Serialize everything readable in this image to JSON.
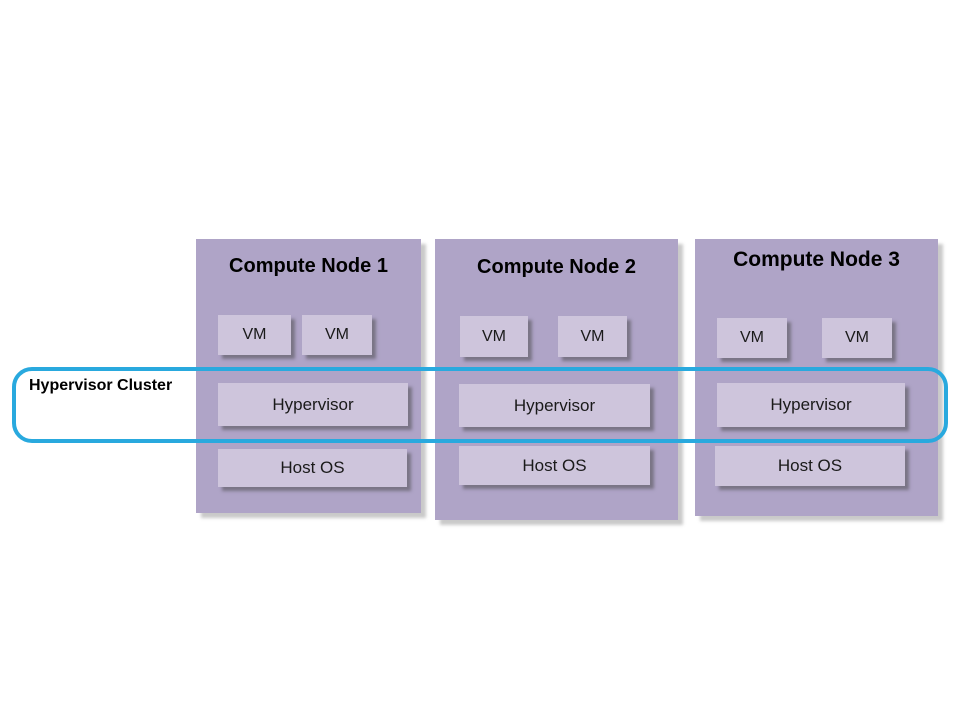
{
  "colors": {
    "page-bg": "#ffffff",
    "node-bg": "#AFA4C7",
    "box-bg": "#CEC5DC",
    "accent": "#29A9DE",
    "text": "#1a1a1a"
  },
  "cluster": {
    "label": "Hypervisor Cluster"
  },
  "nodes": [
    {
      "title": "Compute Node 1",
      "vms": [
        "VM",
        "VM"
      ],
      "hypervisor": "Hypervisor",
      "host_os": "Host OS"
    },
    {
      "title": "Compute Node 2",
      "vms": [
        "VM",
        "VM"
      ],
      "hypervisor": "Hypervisor",
      "host_os": "Host OS"
    },
    {
      "title": "Compute Node 3",
      "vms": [
        "VM",
        "VM"
      ],
      "hypervisor": "Hypervisor",
      "host_os": "Host OS"
    }
  ]
}
